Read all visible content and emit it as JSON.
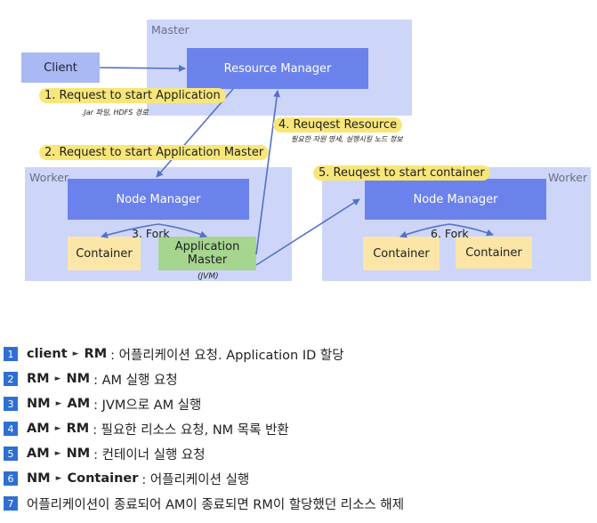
{
  "regions": {
    "master": "Master",
    "worker_left": "Worker",
    "worker_right": "Worker"
  },
  "boxes": {
    "client": "Client",
    "resource_manager": "Resource Manager",
    "node_manager_left": "Node Manager",
    "node_manager_right": "Node Manager",
    "container_left": "Container",
    "am_line1": "Application",
    "am_line2": "Master",
    "container_right_1": "Container",
    "container_right_2": "Container"
  },
  "steps": {
    "s1": "1. Request to start Application",
    "s2": "2. Request to start Application Master",
    "s3": "3. Fork",
    "s4": "4. Reuqest Resource",
    "s5": "5. Reuqest to start container",
    "s6": "6. Fork"
  },
  "notes": {
    "n1": ".Jar 파일, HDFS 경로",
    "n4": "필요한 자원 명세, 실행시킬 노드 정보",
    "jvm": "(JVM)"
  },
  "colors": {
    "blue": "#6b82ec",
    "region": "#cdd6f8",
    "highlight": "#f8e679",
    "legend_num": "#2f6fd3"
  },
  "legend": [
    {
      "num": "1",
      "from": "client",
      "to": "RM",
      "desc": ": 어플리케이션 요청. Application ID 할당"
    },
    {
      "num": "2",
      "from": "RM",
      "to": "NM",
      "desc": ": AM 실행 요청"
    },
    {
      "num": "3",
      "from": "NM",
      "to": "AM",
      "desc": ": JVM으로 AM 실행"
    },
    {
      "num": "4",
      "from": "AM",
      "to": "RM",
      "desc": ": 필요한 리소스 요청, NM 목록 반환"
    },
    {
      "num": "5",
      "from": "AM",
      "to": "NM",
      "desc": ": 컨테이너 실행 요청"
    },
    {
      "num": "6",
      "from": "NM",
      "to": "Container",
      "desc": ": 어플리케이션 실행"
    },
    {
      "num": "7",
      "from": "",
      "to": "",
      "desc": "어플리케이션이 종료되어 AM이 종료되면 RM이 할당했던 리소스 해제"
    }
  ]
}
